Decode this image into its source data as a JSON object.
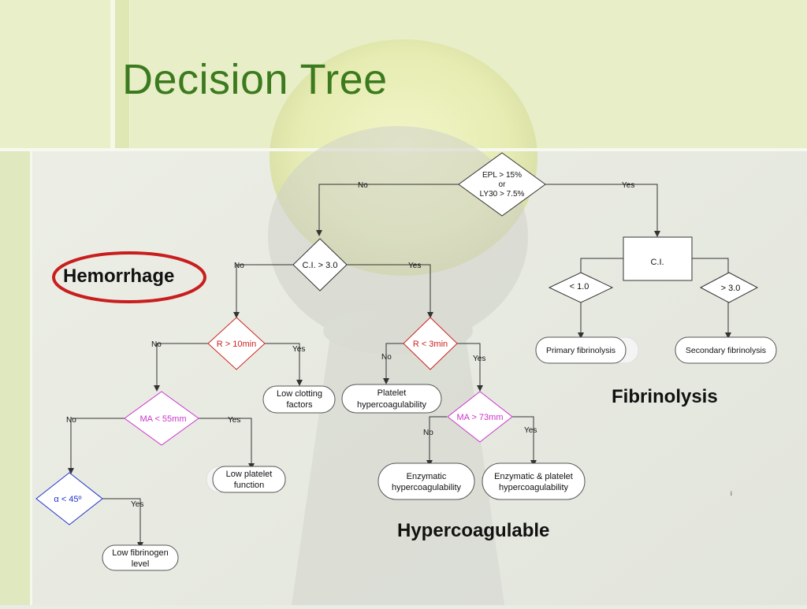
{
  "slide": {
    "title": "Decision Tree"
  },
  "categories": {
    "hemorrhage": "Hemorrhage",
    "fibrinolysis": "Fibrinolysis",
    "hypercoagulable": "Hypercoagulable"
  },
  "nodes": {
    "epl_line1": "EPL > 15%",
    "epl_line2": "or",
    "epl_line3": "LY30 > 7.5%",
    "ci_diamond": "C.I.  > 3.0",
    "r10": "R > 10min",
    "r3": "R < 3min",
    "ma55": "MA < 55mm",
    "ma73": "MA > 73mm",
    "alpha": "α < 45º",
    "ci_box": "C.I.",
    "lt1": "< 1.0",
    "gt3": "> 3.0"
  },
  "outcomes": {
    "low_clotting_1": "Low clotting",
    "low_clotting_2": "factors",
    "platelet_hyper_1": "Platelet",
    "platelet_hyper_2": "hypercoagulability",
    "low_platelet_1": "Low platelet",
    "low_platelet_2": "function",
    "low_fib_1": "Low fibrinogen",
    "low_fib_2": "level",
    "enzymatic_1": "Enzymatic",
    "enzymatic_2": "hypercoagulability",
    "enz_platelet_1": "Enzymatic & platelet",
    "enz_platelet_2": "hypercoagulability",
    "primary_fib": "Primary fibrinolysis",
    "secondary_fib": "Secondary fibrinolysis"
  },
  "labels": {
    "no": "No",
    "yes": "Yes",
    "footnote": "i"
  },
  "colors": {
    "title": "#3c7a1e",
    "red_node": "#cc2222",
    "magenta_node": "#cc33cc",
    "blue_node": "#2233cc",
    "hemorrhage_ellipse": "#c81e1e"
  }
}
